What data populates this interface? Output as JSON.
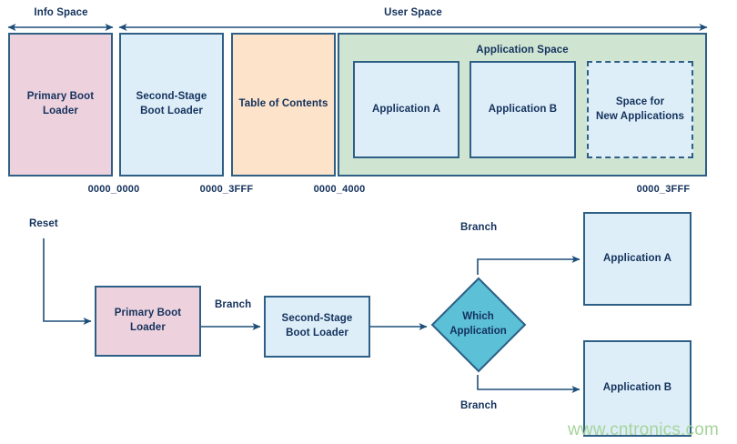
{
  "figure": {
    "title": "Bootloader memory map and boot flow diagram",
    "colors": {
      "outline": "#2e5f86",
      "text": "#13315c",
      "pink": "#edd2dd",
      "light_blue": "#ddeef8",
      "peach": "#fce3ca",
      "green": "#cfe5d2",
      "teal": "#5cc0d6",
      "watermark": "#a6d49a"
    }
  },
  "memory_map": {
    "spans": [
      {
        "label": "Info Space",
        "arrow": "double-headed"
      },
      {
        "label": "User Space",
        "arrow": "double-headed"
      }
    ],
    "blocks": [
      {
        "label": "Primary Boot\nLoader",
        "label_line1": "Primary Boot",
        "label_line2": "Loader",
        "fill": "pink"
      },
      {
        "label": "Second-Stage\nBoot Loader",
        "label_line1": "Second-Stage",
        "label_line2": "Boot Loader",
        "fill": "light_blue"
      },
      {
        "label": "Table of Contents",
        "label_line1": "Table of Contents",
        "label_line2": "",
        "fill": "peach"
      }
    ],
    "application_space": {
      "title": "Application Space",
      "fill": "green",
      "items": [
        {
          "label_line1": "Application A",
          "label_line2": "",
          "border": "solid",
          "fill": "light_blue"
        },
        {
          "label_line1": "Application B",
          "label_line2": "",
          "border": "solid",
          "fill": "light_blue"
        },
        {
          "label_line1": "Space for",
          "label_line2": "New Applications",
          "border": "dashed",
          "fill": "light_blue"
        }
      ]
    },
    "addresses": [
      "0000_0000",
      "0000_3FFF",
      "0000_4000",
      "0000_3FFF"
    ]
  },
  "flow": {
    "entry_label": "Reset",
    "nodes": [
      {
        "id": "primary-boot-loader",
        "line1": "Primary Boot",
        "line2": "Loader",
        "fill": "pink",
        "shape": "rect"
      },
      {
        "id": "second-stage-boot-loader",
        "line1": "Second-Stage",
        "line2": "Boot Loader",
        "fill": "light_blue",
        "shape": "rect"
      },
      {
        "id": "which-application",
        "line1": "Which",
        "line2": "Application",
        "fill": "teal",
        "shape": "diamond"
      },
      {
        "id": "application-a",
        "line1": "Application A",
        "line2": "",
        "fill": "light_blue",
        "shape": "rect"
      },
      {
        "id": "application-b",
        "line1": "Application B",
        "line2": "",
        "fill": "light_blue",
        "shape": "rect"
      }
    ],
    "edge_labels": [
      "Branch",
      "Branch",
      "Branch"
    ]
  },
  "watermark": "www.cntronics.com"
}
